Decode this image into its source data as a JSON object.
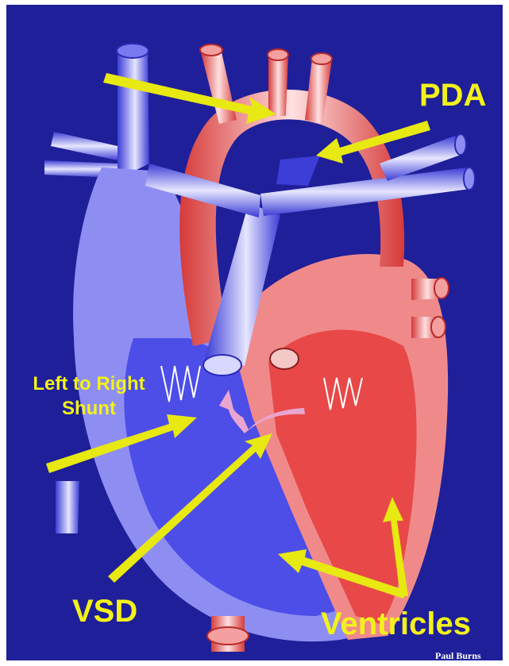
{
  "labels": {
    "pda": "PDA",
    "shunt": "Left to Right Shunt",
    "vsd": "VSD",
    "ventricles": "Ventricles"
  },
  "credit": "Paul Burns",
  "colors": {
    "background": "#1f1f99",
    "deoxygenated": "#4d4de8",
    "deoxygenated_light": "#8e8ef2",
    "oxygenated": "#e84848",
    "oxygenated_light": "#f08a8a",
    "arrow": "#e8e812",
    "label_text": "#f2f21a",
    "credit_text": "#ffffff"
  },
  "icons": [
    "arrow",
    "heart-illustration",
    "shunt-arrow"
  ]
}
